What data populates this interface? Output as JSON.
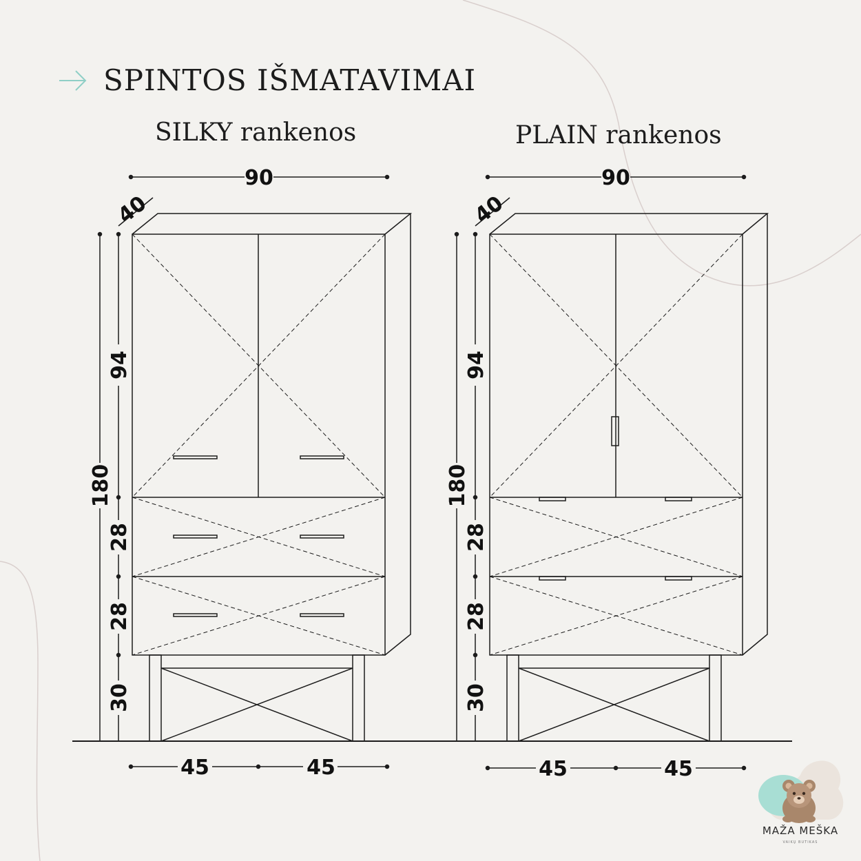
{
  "title": "SPINTOS IŠMATAVIMAI",
  "brand": {
    "name": "MAŽA MEŠKA",
    "tagline": "VAIKŲ BUTIKAS"
  },
  "colors": {
    "background": "#f3f2ef",
    "line": "#1c1c1c",
    "accent": "#8fcfc6",
    "deco_curve": "#d9cfcd"
  },
  "icons": {
    "title_arrow": "arrow-right-icon",
    "logo": "bear-icon"
  },
  "left": {
    "subtitle": "SILKY rankenos",
    "dims": {
      "width": "90",
      "depth": "40",
      "total_height": "180",
      "upper": "94",
      "drawer1": "28",
      "drawer2": "28",
      "legs": "30",
      "half_left": "45",
      "half_right": "45"
    }
  },
  "right": {
    "subtitle": "PLAIN rankenos",
    "dims": {
      "width": "90",
      "depth": "40",
      "total_height": "180",
      "upper": "94",
      "drawer1": "28",
      "drawer2": "28",
      "legs": "30",
      "half_left": "45",
      "half_right": "45"
    }
  }
}
